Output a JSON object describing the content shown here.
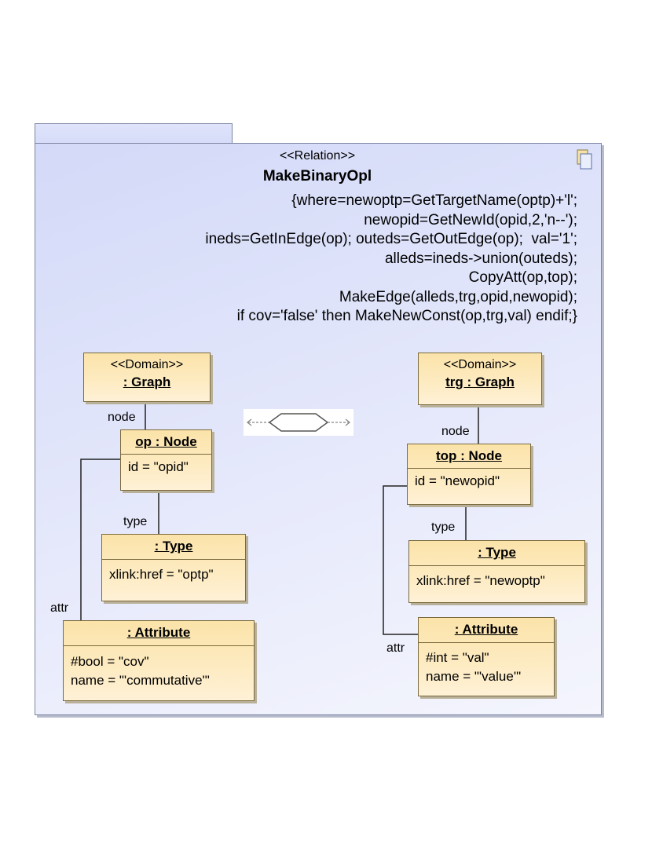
{
  "package": {
    "stereotype": "<<Relation>>",
    "name": "MakeBinaryOpl",
    "where_lines": [
      "{where=newoptp=GetTargetName(optp)+'l';",
      "newopid=GetNewId(opid,2,'n--');",
      "ineds=GetInEdge(op); outeds=GetOutEdge(op);  val='1';",
      "alleds=ineds->union(outeds);",
      "CopyAtt(op,top);",
      "MakeEdge(alleds,trg,opid,newopid);",
      "if cov='false' then MakeNewConst(op,trg,val) endif;}"
    ]
  },
  "left": {
    "domain": {
      "stereotype": "<<Domain>>",
      "name": ": Graph"
    },
    "node": {
      "name": "op : Node",
      "attrs": [
        "id = \"opid\""
      ]
    },
    "type": {
      "name": ": Type",
      "attrs": [
        "xlink:href = \"optp\""
      ]
    },
    "attribute": {
      "name": ": Attribute",
      "attrs": [
        "#bool = \"cov\"",
        "name = \"'commutative'\""
      ]
    },
    "labels": {
      "node": "node",
      "type": "type",
      "attr": "attr"
    }
  },
  "right": {
    "domain": {
      "stereotype": "<<Domain>>",
      "name": "trg : Graph"
    },
    "node": {
      "name": "top : Node",
      "attrs": [
        "id = \"newopid\""
      ]
    },
    "type": {
      "name": ": Type",
      "attrs": [
        "xlink:href = \"newoptp\""
      ]
    },
    "attribute": {
      "name": ": Attribute",
      "attrs": [
        "#int = \"val\"",
        "name = \"'value'\""
      ]
    },
    "labels": {
      "node": "node",
      "type": "type",
      "attr": "attr"
    }
  },
  "icons": {
    "note": "note-icon",
    "relation": "relation-hexagon-icon"
  }
}
